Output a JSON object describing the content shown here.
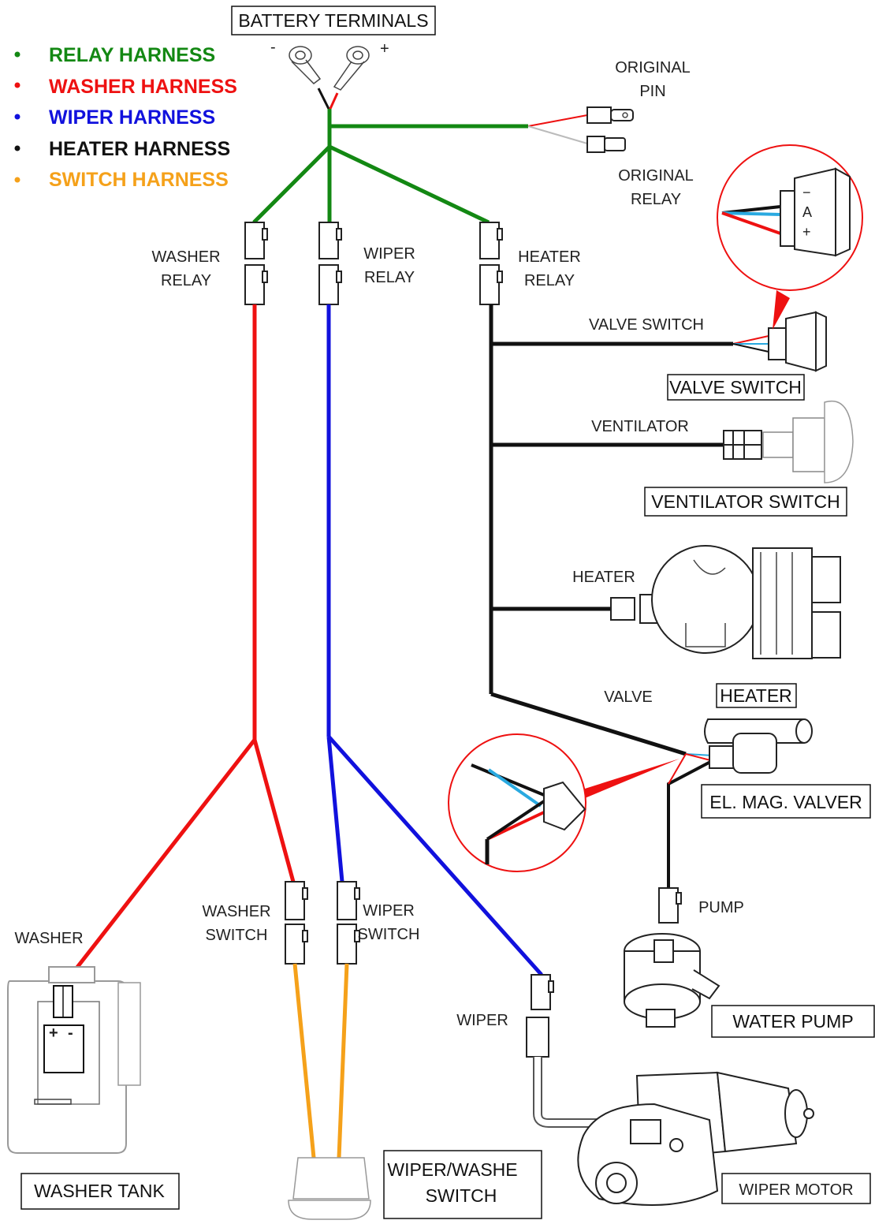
{
  "colors": {
    "relay": "#138813",
    "washer": "#ee1111",
    "wiper": "#1111dd",
    "heater": "#111111",
    "switch": "#f5a11a"
  },
  "legend": [
    {
      "label": "RELAY HARNESS"
    },
    {
      "label": "WASHER HARNESS"
    },
    {
      "label": "WIPER HARNESS"
    },
    {
      "label": "HEATER HARNESS"
    },
    {
      "label": "SWITCH HARNESS"
    }
  ],
  "labels": {
    "battery_terminals": "BATTERY TERMINALS",
    "minus": "-",
    "plus": "+",
    "original_pin": [
      "ORIGINAL",
      "PIN"
    ],
    "original_relay": [
      "ORIGINAL",
      "RELAY"
    ],
    "washer_relay": [
      "WASHER",
      "RELAY"
    ],
    "wiper_relay": [
      "WIPER",
      "RELAY"
    ],
    "heater_relay": [
      "HEATER",
      "RELAY"
    ],
    "valve_switch_wire": "VALVE SWITCH",
    "valve_switch_box": "VALVE SWITCH",
    "ventilator_wire": "VENTILATOR",
    "ventilator_switch_box": "VENTILATOR SWITCH",
    "heater_wire": "HEATER",
    "valve_wire": "VALVE",
    "heater_box": "HEATER",
    "el_mag_valver_box": "EL. MAG. VALVER",
    "pump_wire": "PUMP",
    "water_pump_box": "WATER PUMP",
    "washer_wire": "WASHER",
    "washer_switch": [
      "WASHER",
      "SWITCH"
    ],
    "wiper_switch": [
      "WIPER",
      "SWITCH"
    ],
    "wiper_wire": "WIPER",
    "washer_tank_box": "WASHER TANK",
    "wiper_washer_switch_box": [
      "WIPER/WASHE",
      "SWITCH"
    ],
    "wiper_motor_box": "WIPER MOTOR",
    "tank_plus": "+",
    "tank_minus": "-",
    "switch_glyph_a": "A",
    "switch_glyph_b": "+",
    "switch_glyph_c": "−"
  }
}
